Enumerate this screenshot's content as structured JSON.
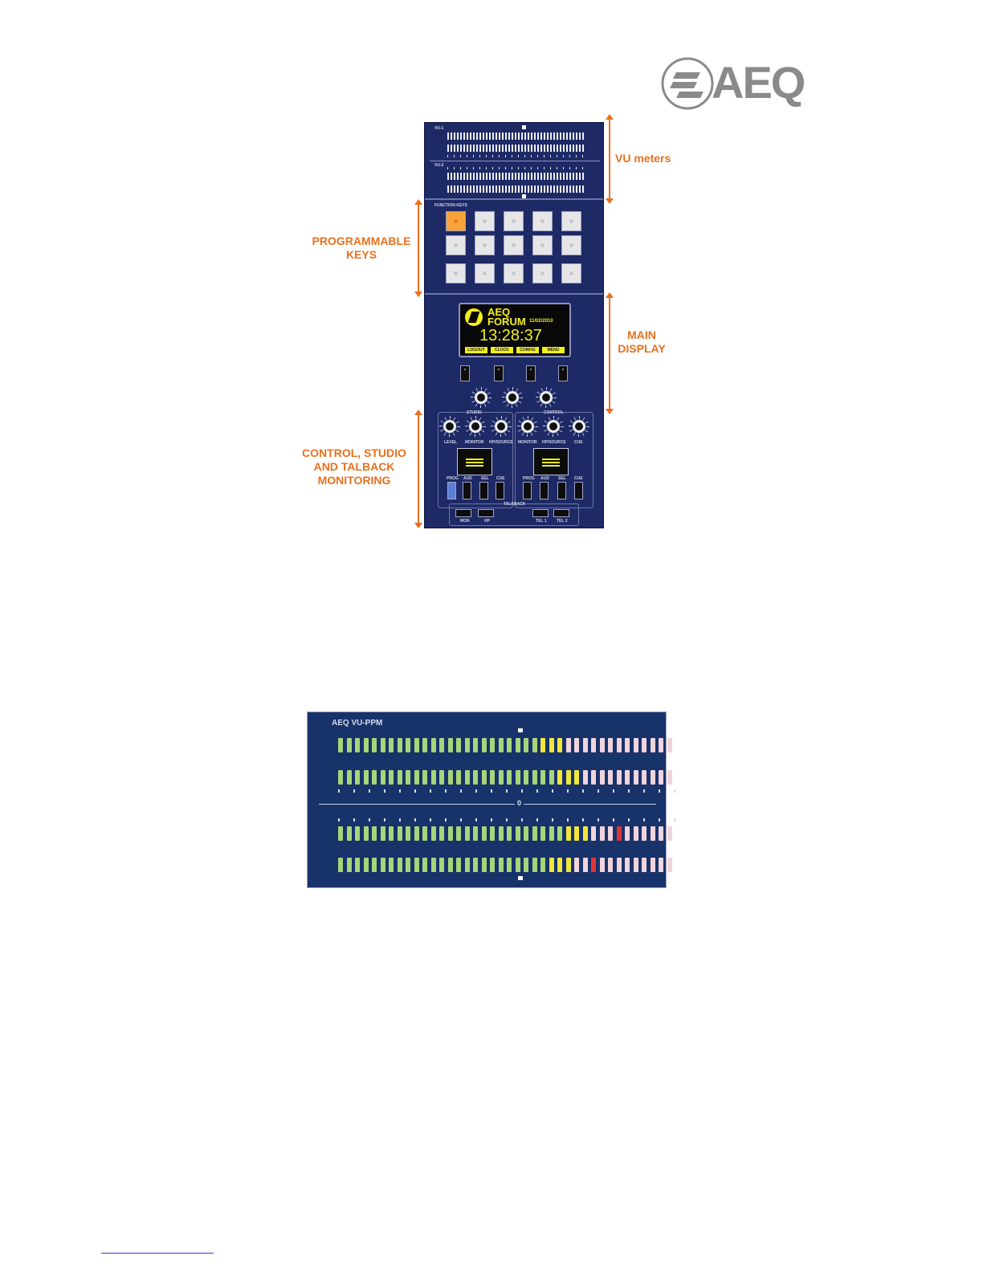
{
  "brand": {
    "name": "AEQ"
  },
  "callouts": {
    "vu_meters": "VU meters",
    "programmable_keys": [
      "PROGRAMMABLE",
      "KEYS"
    ],
    "main_display": [
      "MAIN",
      "DISPLAY"
    ],
    "monitoring": [
      "CONTROL, STUDIO",
      "AND TALBACK",
      "MONITORING"
    ]
  },
  "panel": {
    "vu_labels": [
      "VU-1",
      "VU-2"
    ],
    "function_keys_label": "FUNCTION KEYS",
    "display": {
      "title_line1": "AEQ",
      "title_line2": "FORUM",
      "date": "11/02/2010",
      "time": "13:28:37",
      "softkeys": [
        "LOGOUT",
        "CLOCK",
        "CONFIG",
        "MENU"
      ]
    },
    "studio_label": "STUDIO",
    "control_label": "CONTROL",
    "studio_knobs": [
      "LEVEL",
      "MONITOR",
      "HP/SOURCE"
    ],
    "control_knobs": [
      "MONITOR",
      "HP/SOURCE",
      "CUE"
    ],
    "studio_buttons": [
      "PROG",
      "AUD",
      "SEL",
      "CUE"
    ],
    "control_buttons": [
      "PROG",
      "AUD",
      "SEL",
      "CUE"
    ],
    "talkback_label": "TALKBACK",
    "talkback_buttons": [
      "MON",
      "HP",
      "TEL 1",
      "TEL 2"
    ]
  },
  "vu_ppm": {
    "title": "AEQ VU-PPM",
    "zero_mark": "0",
    "colors": {
      "green": "#a8d47a",
      "yellow": "#f0e63c",
      "red": "#e0343c",
      "unlit": "#f0d4dc"
    }
  }
}
